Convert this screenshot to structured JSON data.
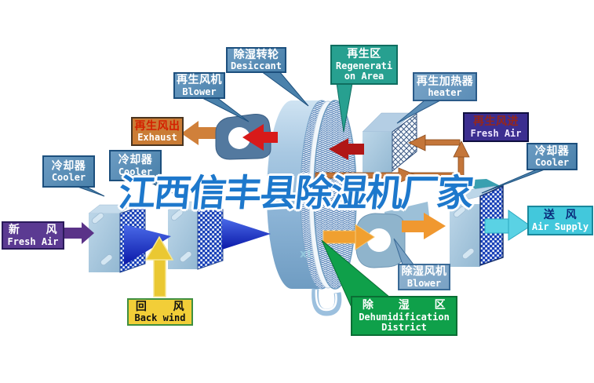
{
  "watermark": {
    "text": "江西信丰县除湿机厂家",
    "small_mark": "xt",
    "color": "#1d78cc"
  },
  "labels": {
    "desiccant": {
      "zh": "除湿转轮",
      "en": "Desiccant"
    },
    "regen_blower": {
      "zh": "再生风机",
      "en": "Blower"
    },
    "exhaust": {
      "zh": "再生风出",
      "en": "Exhaust"
    },
    "regen_area": {
      "zh": "再生区",
      "en": "Regenerati",
      "en2": "on Area"
    },
    "heater": {
      "zh": "再生加热器",
      "en": "heater"
    },
    "regen_fresh_air": {
      "zh": "再生风进",
      "en": "Fresh Air"
    },
    "cooler_right": {
      "zh": "冷却器",
      "en": "Cooler"
    },
    "cooler_left1": {
      "zh": "冷却器",
      "en": "Cooler"
    },
    "cooler_left2": {
      "zh": "冷却器",
      "en": "Cooler"
    },
    "fresh_air": {
      "zh": "新 风",
      "en": "Fresh Air"
    },
    "back_wind": {
      "zh": "回 风",
      "en": "Back wind"
    },
    "dehum_blower": {
      "zh": "除湿风机",
      "en": "Blower"
    },
    "dehum_district": {
      "zh": "除 湿 区",
      "en": "Dehumidification",
      "en2": "District"
    },
    "air_supply": {
      "zh": "送 风",
      "en": "Air Supply"
    }
  },
  "colors": {
    "label_steel_blue": "#4a81ab",
    "label_teal": "#27a090",
    "label_orange": "#ca7c35",
    "label_indigo": "#3c2e90",
    "label_purple": "#5b3a92",
    "label_yellow": "#f2ce38",
    "label_cyan": "#42c8dc",
    "label_green": "#0fa04a",
    "arrow_red": "#d81a1a",
    "arrow_orange": "#c4763a",
    "arrow_blue": "#1334d8",
    "arrow_yellow": "#eac832",
    "arrow_purple": "#5a3388",
    "arrow_cyan": "#5ad2e4"
  }
}
